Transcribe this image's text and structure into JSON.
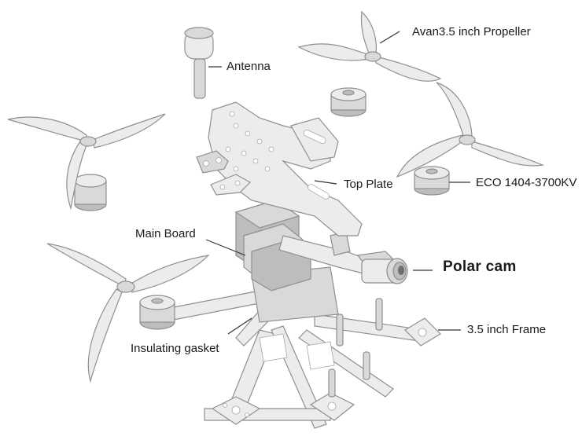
{
  "labels": {
    "propeller": "Avan3.5 inch Propeller",
    "antenna": "Antenna",
    "top_plate": "Top Plate",
    "motor": "ECO 1404-3700KV",
    "main_board": "Main Board",
    "camera": "Polar cam",
    "frame": "3.5 inch Frame",
    "gasket": "Insulating gasket"
  },
  "colors": {
    "part_light": "#ececec",
    "part_mid": "#d9d9d9",
    "part_dark": "#bdbdbd",
    "outline": "#8f8f8f",
    "leader": "#333333",
    "text": "#1a1a1a"
  }
}
